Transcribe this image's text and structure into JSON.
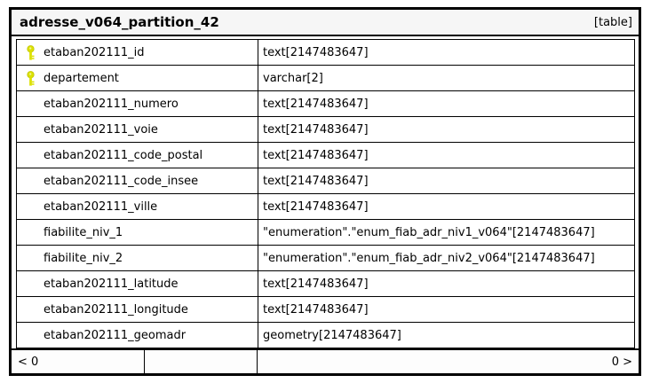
{
  "table": {
    "title": "adresse_v064_partition_42",
    "badge": "[table]",
    "columns": [
      {
        "name": "etaban202111_id",
        "type": "text[2147483647]",
        "key": true
      },
      {
        "name": "departement",
        "type": "varchar[2]",
        "key": true
      },
      {
        "name": "etaban202111_numero",
        "type": "text[2147483647]",
        "key": false
      },
      {
        "name": "etaban202111_voie",
        "type": "text[2147483647]",
        "key": false
      },
      {
        "name": "etaban202111_code_postal",
        "type": "text[2147483647]",
        "key": false
      },
      {
        "name": "etaban202111_code_insee",
        "type": "text[2147483647]",
        "key": false
      },
      {
        "name": "etaban202111_ville",
        "type": "text[2147483647]",
        "key": false
      },
      {
        "name": "fiabilite_niv_1",
        "type": "\"enumeration\".\"enum_fiab_adr_niv1_v064\"[2147483647]",
        "key": false
      },
      {
        "name": "fiabilite_niv_2",
        "type": "\"enumeration\".\"enum_fiab_adr_niv2_v064\"[2147483647]",
        "key": false
      },
      {
        "name": "etaban202111_latitude",
        "type": "text[2147483647]",
        "key": false
      },
      {
        "name": "etaban202111_longitude",
        "type": "text[2147483647]",
        "key": false
      },
      {
        "name": "etaban202111_geomadr",
        "type": "geometry[2147483647]",
        "key": false
      }
    ],
    "footer": {
      "left": "< 0",
      "middle": "",
      "right": "0 >"
    },
    "colors": {
      "border": "#000000",
      "header_bg": "#f6f6f6",
      "row_bg": "#ffffff",
      "key_icon_fill": "#dce104",
      "key_icon_stroke": "#c0c500"
    },
    "icons": {
      "primary_key": "key-icon"
    }
  }
}
